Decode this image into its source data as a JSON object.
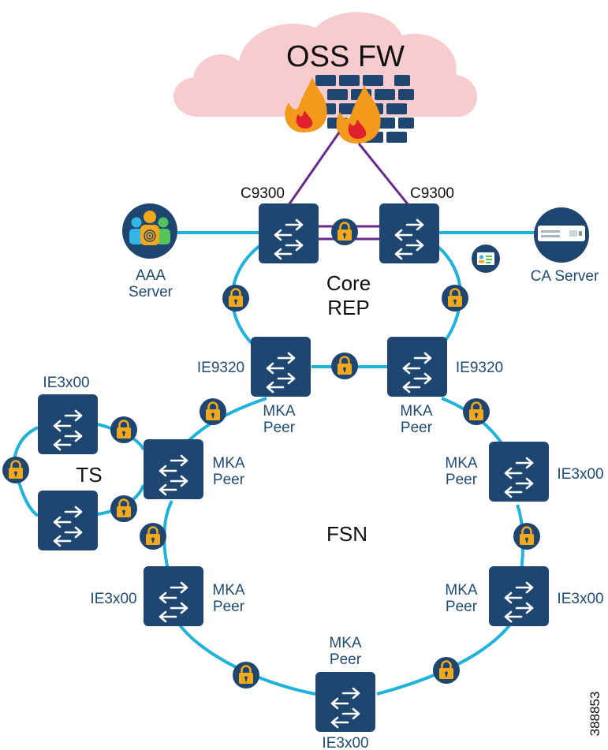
{
  "colors": {
    "switch": "#1f4670",
    "ring_link": "#1fb3dc",
    "firewall_link": "#6a2a8c",
    "lock": "#f3a81c",
    "cloud": "#f6cccf",
    "flame_outer": "#f39a1c",
    "flame_inner": "#e0202a",
    "label": "#1f4b74"
  },
  "cloud": {
    "title": "OSS FW",
    "icon": "firewall-icon"
  },
  "core": {
    "switch_left": "C9300",
    "switch_right": "C9300",
    "ring_label_line1": "Core",
    "ring_label_line2": "REP"
  },
  "aaa_server": {
    "line1": "AAA",
    "line2": "Server",
    "icon": "users-fingerprint-icon"
  },
  "ca_server": {
    "label": "CA Server",
    "icon": "server-appliance-icon",
    "cert_icon": "certificate-icon"
  },
  "distribution": {
    "left_model": "IE9320",
    "right_model": "IE9320",
    "left_role_line1": "MKA",
    "left_role_line2": "Peer",
    "right_role_line1": "MKA",
    "right_role_line2": "Peer"
  },
  "fsn": {
    "ring_label": "FSN",
    "left_top": {
      "role_line1": "MKA",
      "role_line2": "Peer"
    },
    "left_bottom": {
      "model": "IE3x00",
      "role_line1": "MKA",
      "role_line2": "Peer"
    },
    "bottom": {
      "model": "IE3x00",
      "role_line1": "MKA",
      "role_line2": "Peer"
    },
    "right_bottom": {
      "model": "IE3x00",
      "role_line1": "MKA",
      "role_line2": "Peer"
    },
    "right_top": {
      "model": "IE3x00",
      "role_line1": "MKA",
      "role_line2": "Peer"
    }
  },
  "ts": {
    "ring_label": "TS",
    "top_model": "IE3x00"
  },
  "figure_number": "388853"
}
